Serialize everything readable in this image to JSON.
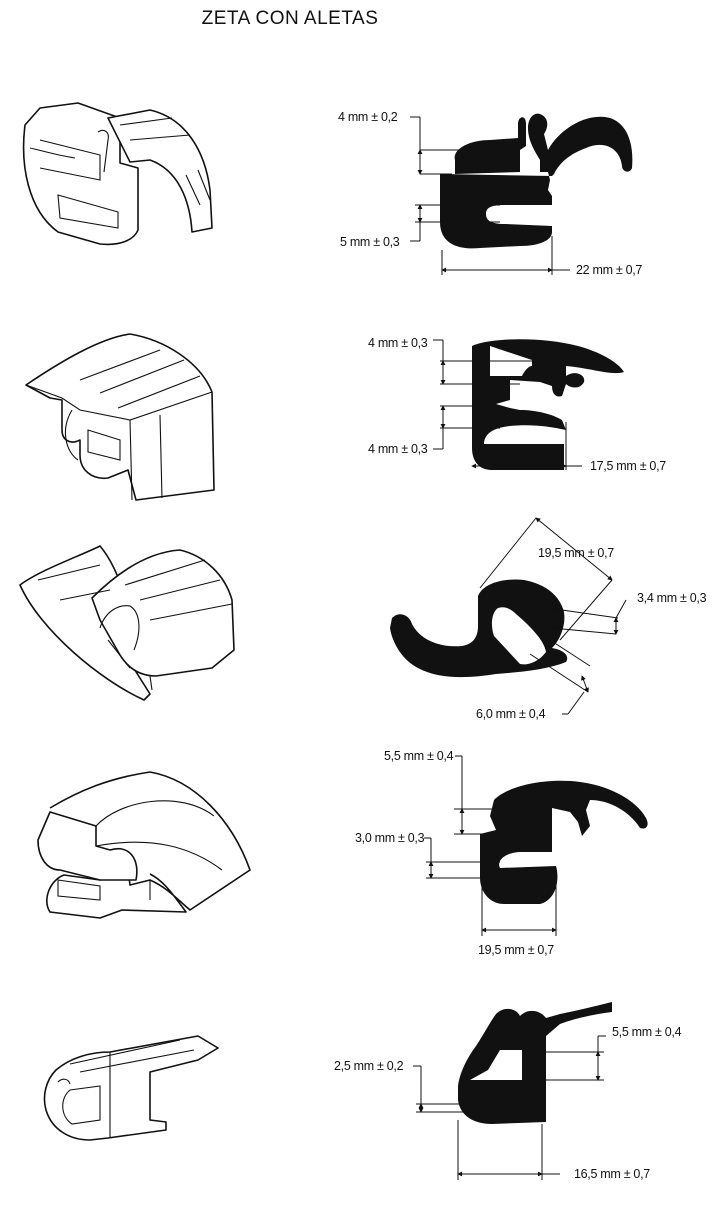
{
  "title": "ZETA CON ALETAS",
  "profiles": [
    {
      "dims": [
        "4 mm ± 0,2",
        "5 mm ± 0,3",
        "22 mm ± 0,7"
      ]
    },
    {
      "dims": [
        "4 mm ± 0,3",
        "4 mm ± 0,3",
        "17,5 mm ± 0,7"
      ]
    },
    {
      "dims": [
        "19,5 mm ± 0,7",
        "3,4 mm ± 0,3",
        "6,0 mm ± 0,4"
      ]
    },
    {
      "dims": [
        "5,5 mm ± 0,4",
        "3,0 mm ± 0,3",
        "19,5 mm ± 0,7"
      ]
    },
    {
      "dims": [
        "5,5 mm ± 0,4",
        "2,5 mm ± 0,2",
        "16,5 mm ± 0,7"
      ]
    }
  ]
}
